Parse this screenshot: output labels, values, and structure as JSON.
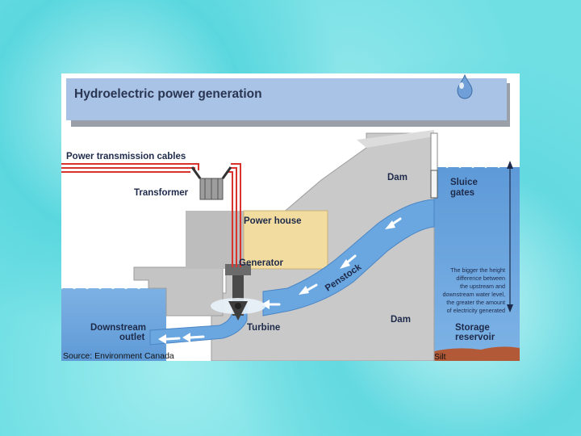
{
  "title": "Hydroelectric power generation",
  "labels": {
    "power_cables": "Power transmission cables",
    "transformer": "Transformer",
    "power_house": "Power house",
    "generator": "Generator",
    "dam_top": "Dam",
    "dam_bottom": "Dam",
    "sluice_1": "Sluice",
    "sluice_2": "gates",
    "penstock": "Penstock",
    "turbine": "Turbine",
    "downstream_1": "Downstream",
    "downstream_2": "outlet",
    "storage_1": "Storage",
    "storage_2": "reservoir",
    "silt": "Silt",
    "source": "Source:  Environment Canada"
  },
  "note_lines": [
    "The bigger the height",
    "difference between",
    "the upstream and",
    "downstream water level,",
    "the greater the amount",
    "of electricity generated"
  ],
  "colors": {
    "water": "#6aa6df",
    "water_dark": "#4b86c6",
    "dam": "#c9c9c9",
    "power_house": "#f3dca0",
    "cables": "#d8332c",
    "title_bar": "#a9c3e6",
    "silt": "#b25a37",
    "text": "#1e2a4a"
  }
}
